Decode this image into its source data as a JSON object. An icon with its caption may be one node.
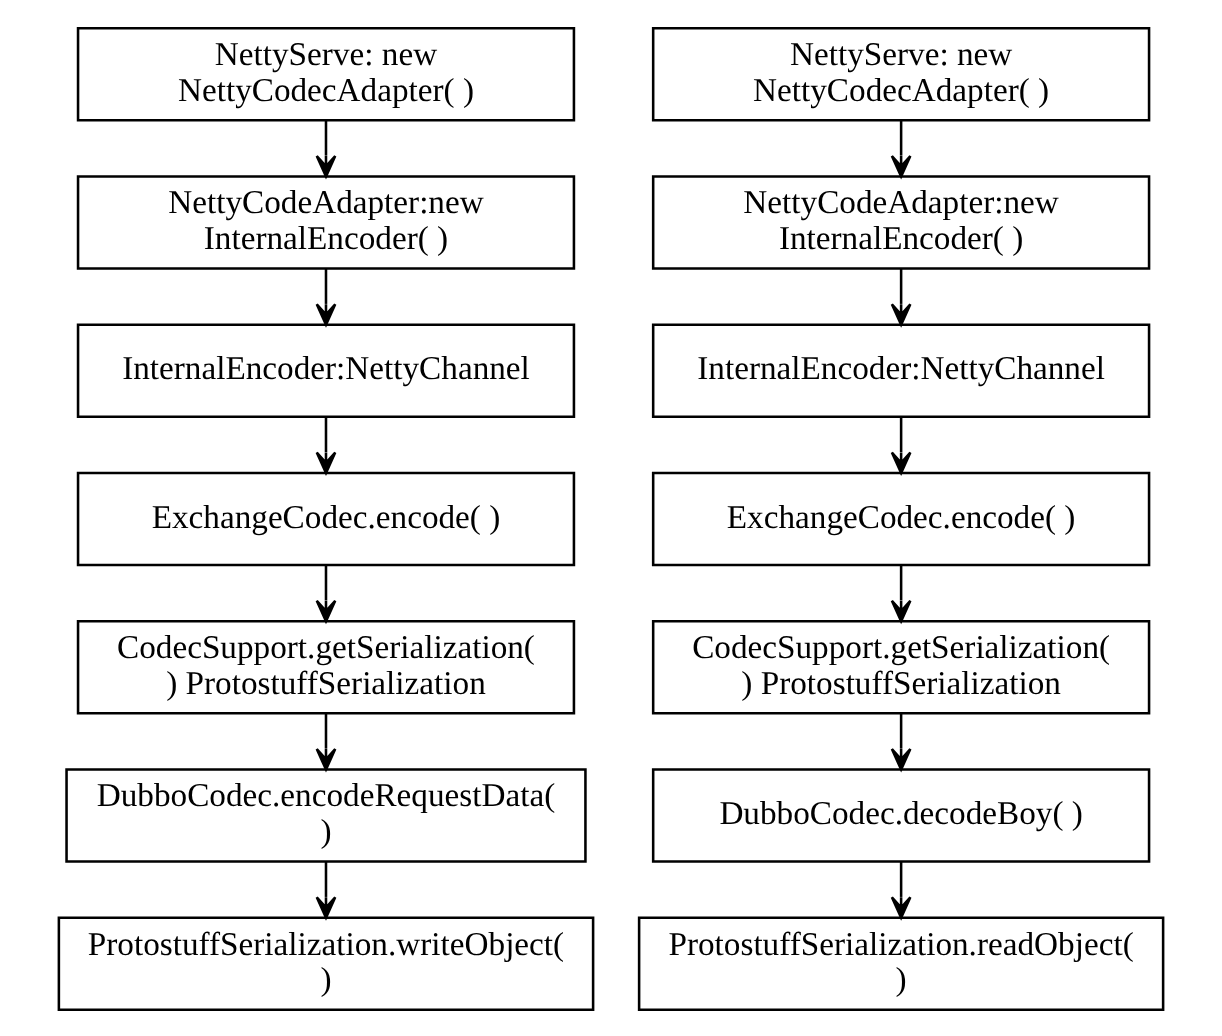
{
  "diagram": {
    "nodes": [
      {
        "text": [
          "NettyServe: new NettyCodecAdapter( )"
        ]
      },
      {
        "text": [
          "NettyCodeAdapter:new InternalEncoder( )"
        ]
      },
      {
        "text": [
          "InternalEncoder:NettyChannel"
        ]
      },
      {
        "text": [
          "ExchangeCodec.encode( )"
        ]
      },
      {
        "text": [
          "CodecSupport.getSerialization( ) ProtostuffSerialization"
        ]
      },
      {
        "text": [
          "DubboCodec.encodeRequestData( )"
        ]
      },
      {
        "text": [
          "ProtostuffSerialization.writeObject( )"
        ]
      },
      {
        "text": [
          "NettyServe: new NettyCodecAdapter( )"
        ]
      },
      {
        "text": [
          "NettyCodeAdapter:new InternalEncoder( )"
        ]
      },
      {
        "text": [
          "InternalEncoder:NettyChannel"
        ]
      },
      {
        "text": [
          "ExchangeCodec.encode( )"
        ]
      },
      {
        "text": [
          "CodecSupport.getSerialization( ) ProtostuffSerialization"
        ]
      },
      {
        "text": [
          "DubboCodec.decodeBoy( )"
        ]
      },
      {
        "text": [
          "ProtostuffSerialization.readObject( )"
        ]
      }
    ],
    "edges": [
      {
        "from": 0,
        "to": 1,
        "arrow": "to"
      },
      {
        "from": 1,
        "to": 2,
        "arrow": "to"
      },
      {
        "from": 2,
        "to": 3,
        "arrow": "to"
      },
      {
        "from": 3,
        "to": 4,
        "arrow": "to"
      },
      {
        "from": 4,
        "to": 5,
        "arrow": "to"
      },
      {
        "from": 5,
        "to": 6,
        "arrow": "to"
      },
      {
        "from": 7,
        "to": 8,
        "arrow": "to"
      },
      {
        "from": 8,
        "to": 9,
        "arrow": "to"
      },
      {
        "from": 9,
        "to": 10,
        "arrow": "to"
      },
      {
        "from": 10,
        "to": 11,
        "arrow": "to"
      },
      {
        "from": 11,
        "to": 12,
        "arrow": "to"
      },
      {
        "from": 12,
        "to": 13,
        "arrow": "to"
      }
    ]
  }
}
